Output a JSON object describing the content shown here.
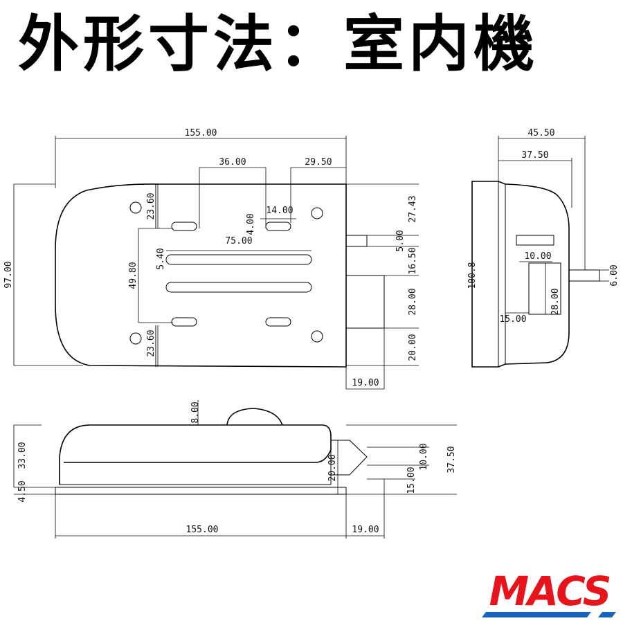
{
  "title": "外形寸法：室内機",
  "logo": {
    "text": "MACS",
    "color_red": "#e8141c",
    "color_blue": "#1565c0"
  },
  "front_view": {
    "width": "155.00",
    "height": "97.00",
    "slot_spacing_a": "36.00",
    "slot_spacing_b": "29.50",
    "hole_offset_top": "23.60",
    "hole_offset_bottom": "23.60",
    "small_slot_width": "14.00",
    "small_slot_height": "4.00",
    "long_slot_length": "75.00",
    "long_slot_width": "5.40",
    "slot_vertical_spacing": "49.80",
    "pipe_top_offset": "27.43",
    "pipe_diameter": "5.00",
    "pipe_gap": "16.50",
    "box_height": "28.00",
    "box_bottom": "20.00",
    "box_width": "19.00"
  },
  "side_view": {
    "depth": "45.50",
    "depth_inner": "37.50",
    "height": "100.8",
    "pipe_diameter": "6.00",
    "box_width": "10.00",
    "box_height": "28.00",
    "box_offset": "15.00"
  },
  "bottom_view": {
    "bump_height": "8.00",
    "body_height": "33.00",
    "plate_thickness": "4.50",
    "total_height": "37.50",
    "pipe_offset_a": "10.00",
    "pipe_offset_b": "15.00",
    "pipe_width": "20.00",
    "length": "155.00",
    "extension": "19.00"
  }
}
